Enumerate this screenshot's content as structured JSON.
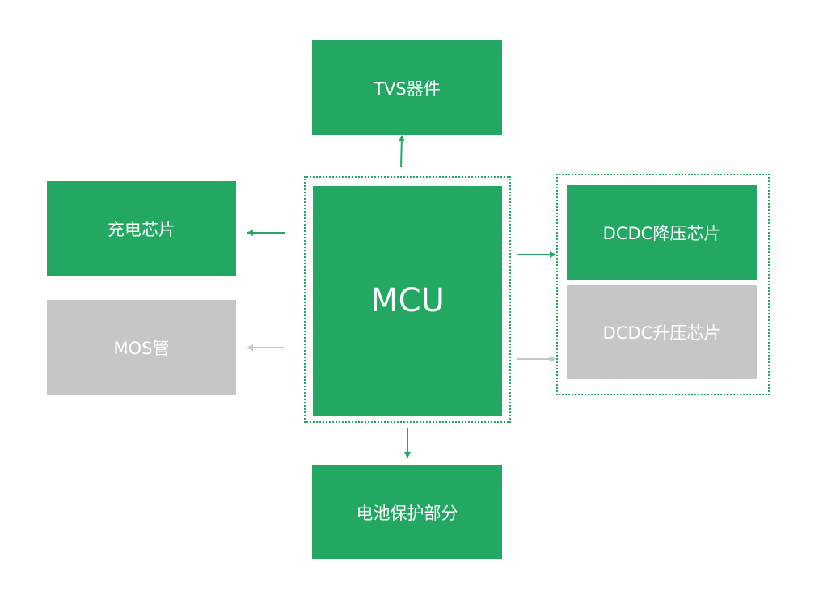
{
  "blocks": {
    "tvs": "TVS器件",
    "charge": "充电芯片",
    "mos": "MOS管",
    "mcu": "MCU",
    "buck": "DCDC降压芯片",
    "boost": "DCDC升压芯片",
    "battery": "电池保护部分"
  },
  "colors": {
    "green": "#22a862",
    "gray": "#c6c6c6",
    "text": "#ffffff"
  }
}
